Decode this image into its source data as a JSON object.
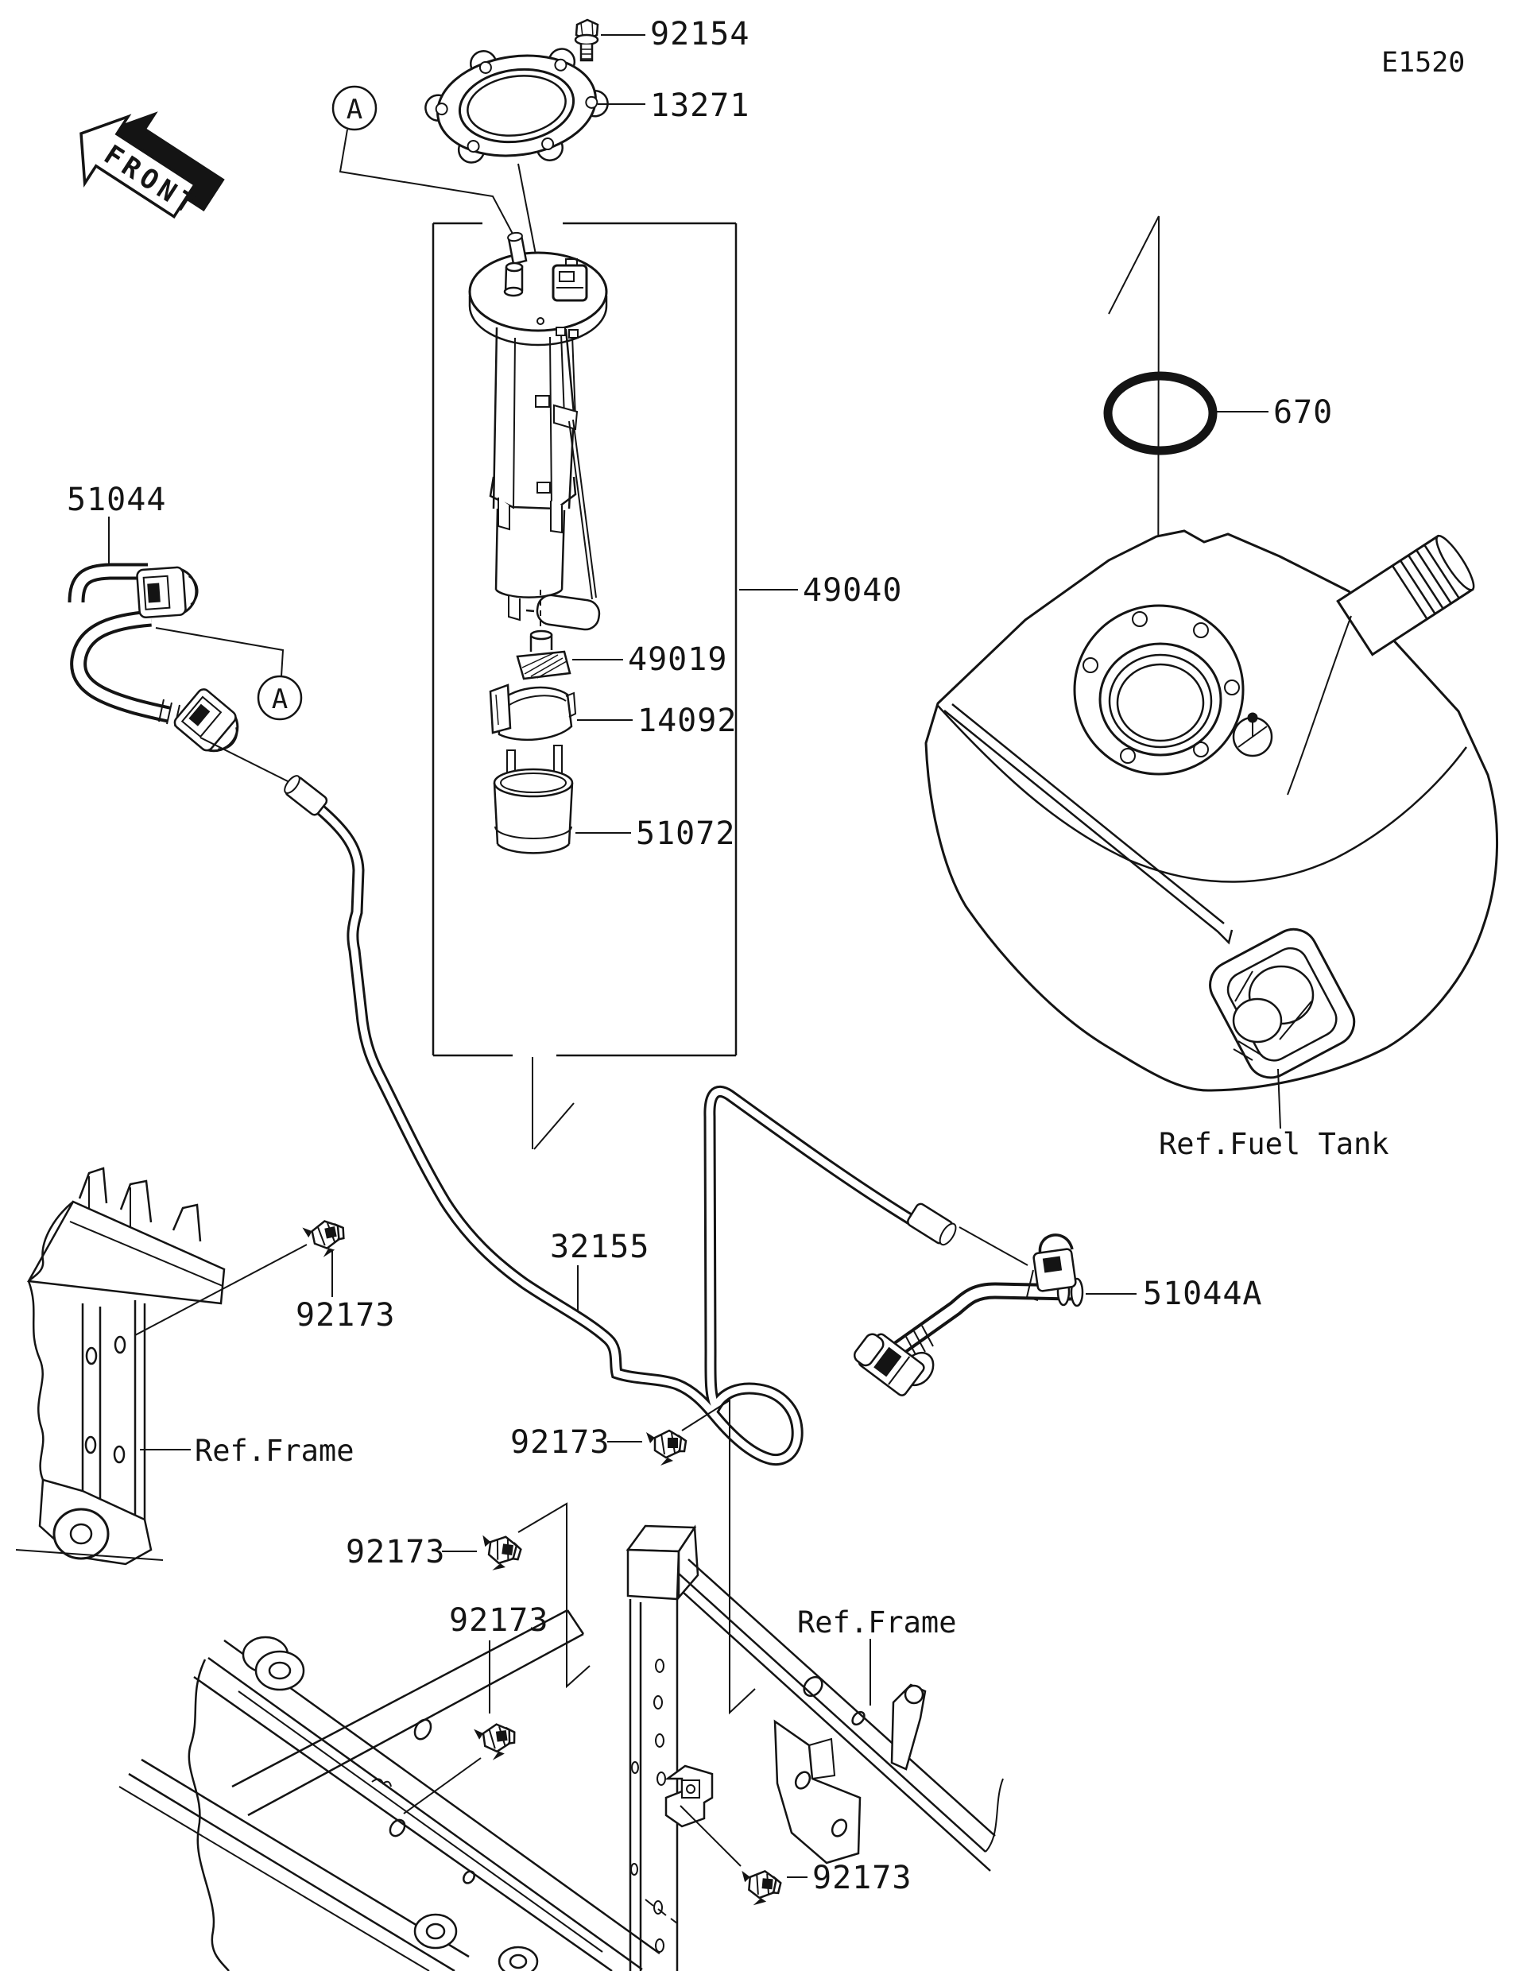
{
  "page": {
    "code": "E1520"
  },
  "markers": {
    "front": "FRONT",
    "detail": "A"
  },
  "parts": {
    "bolt": "92154",
    "gasket": "13271",
    "pump_assembly": "49040",
    "strainer": "49019",
    "holder_clamp": "14092",
    "pump_cup": "51072",
    "oring": "670",
    "hose_front": "51044",
    "hose_rear": "51044A",
    "fuel_pipe": "32155",
    "clip": "92173"
  },
  "references": {
    "fuel_tank": "Ref.Fuel Tank",
    "frame": "Ref.Frame"
  }
}
